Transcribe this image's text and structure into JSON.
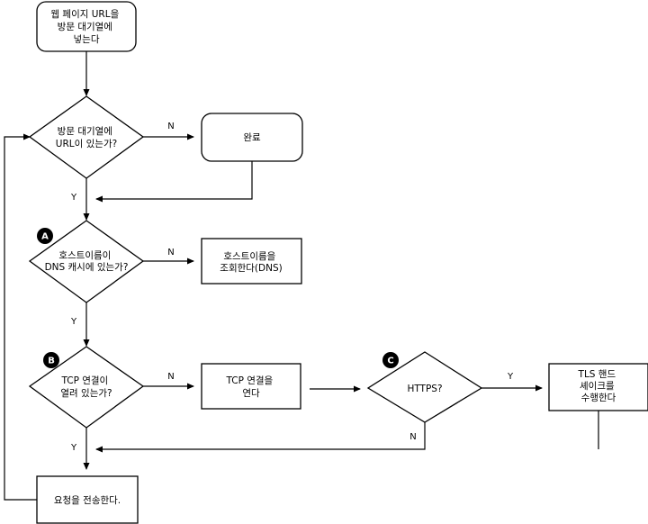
{
  "nodes": {
    "start": [
      "웹 페이지 URL을",
      "방문 대기열에",
      "넣는다"
    ],
    "q_queue": [
      "방문 대기열에",
      "URL이 있는가?"
    ],
    "done": [
      "완료"
    ],
    "q_dns": [
      "호스트이름이",
      "DNS 캐시에 있는가?"
    ],
    "lookup": [
      "호스트이름을",
      "조회한다(DNS)"
    ],
    "q_tcp": [
      "TCP 연결이",
      "열려 있는가?"
    ],
    "open_tcp": [
      "TCP 연결을",
      "연다"
    ],
    "q_https": [
      "HTTPS?"
    ],
    "tls": [
      "TLS 핸드",
      "셰이크를",
      "수행한다"
    ],
    "send": [
      "요청을 전송한다."
    ]
  },
  "badges": {
    "a": "A",
    "b": "B",
    "c": "C"
  },
  "edge_labels": {
    "queue_no": "N",
    "queue_yes": "Y",
    "dns_no": "N",
    "dns_yes": "Y",
    "tcp_no": "N",
    "tcp_yes": "Y",
    "https_yes": "Y",
    "https_no": "N"
  }
}
